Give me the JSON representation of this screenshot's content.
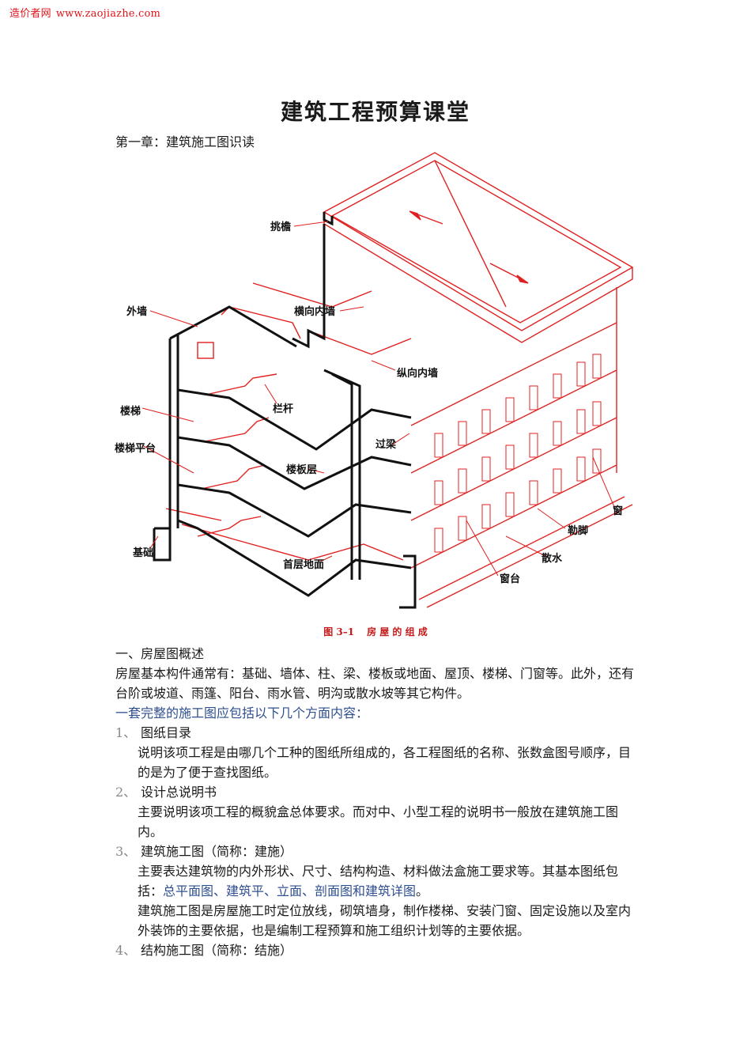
{
  "watermark": {
    "site": "造价者网",
    "url": "www.zaojiazhe.com"
  },
  "title": "建筑工程预算课堂",
  "chapter": "第一章：建筑施工图识读",
  "figure": {
    "labels": {
      "tiaoyan": "挑檐",
      "waiqiang": "外墙",
      "hengxiang": "横向内墙",
      "zongxiang": "纵向内墙",
      "langan": "栏杆",
      "louti": "楼梯",
      "loutipingtai": "楼梯平台",
      "guoliang": "过梁",
      "loubanceng": "楼板层",
      "jichu": "基础",
      "shoucengdimian": "首层地面",
      "chuang": "窗",
      "lejiao": "勒脚",
      "sanshui": "散水",
      "chuangtai": "窗台"
    },
    "caption_num": "图 3–1",
    "caption_text": "房 屋 的 组 成"
  },
  "section1_heading": "一、房屋图概述",
  "para1": "房屋基本构件通常有：基础、墙体、柱、梁、楼板或地面、屋顶、楼梯、门窗等。此外，还有台阶或坡道、雨篷、阳台、雨水管、明沟或散水坡等其它构件。",
  "para2": "一套完整的施工图应包括以下几个方面内容：",
  "items": [
    {
      "num": "1、",
      "title": "图纸目录",
      "body": "说明该项工程是由哪几个工种的图纸所组成的，各工程图纸的名称、张数盒图号顺序，目的是为了便于查找图纸。"
    },
    {
      "num": "2、",
      "title": "设计总说明书",
      "body": "主要说明该项工程的概貌盒总体要求。而对中、小型工程的说明书一般放在建筑施工图内。"
    },
    {
      "num": "3、",
      "title": "建筑施工图（简称：建施）",
      "body_prefix": "主要表达建筑物的内外形状、尺寸、结构构造、材料做法盒施工要求等。其基本图纸包括：",
      "body_blue": "总平面图、建筑平、立面、剖面图和建筑详图",
      "body_suffix": "。",
      "body2": "建筑施工图是房屋施工时定位放线，砌筑墙身，制作楼梯、安装门窗、固定设施以及室内外装饰的主要依据，也是编制工程预算和施工组织计划等的主要依据。"
    },
    {
      "num": "4、",
      "title": "结构施工图（简称：结施）"
    }
  ],
  "colors": {
    "accent_red": "#e0151c",
    "drawing_red": "#e02020",
    "link_blue": "#2f4f8f"
  }
}
